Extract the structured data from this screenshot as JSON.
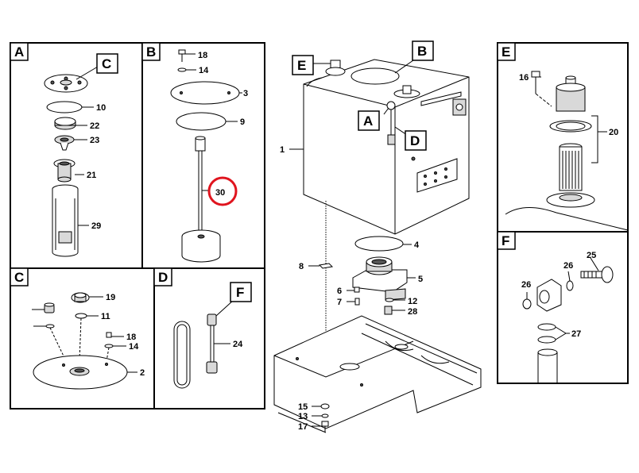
{
  "panels": {
    "A": "A",
    "B": "B",
    "C": "C",
    "D": "D",
    "E": "E",
    "F": "F"
  },
  "callouts": {
    "C": "C",
    "B": "B",
    "F": "F",
    "E": "E",
    "A": "A",
    "D": "D"
  },
  "parts": {
    "p1": "1",
    "p2": "2",
    "p3": "3",
    "p4": "4",
    "p5": "5",
    "p6": "6",
    "p7": "7",
    "p8": "8",
    "p9": "9",
    "p10": "10",
    "p11": "11",
    "p12": "12",
    "p13": "13",
    "p14": "14",
    "p15": "15",
    "p16": "16",
    "p17": "17",
    "p18": "18",
    "p19": "19",
    "p20": "20",
    "p21": "21",
    "p22": "22",
    "p23": "23",
    "p24": "24",
    "p25": "25",
    "p26": "26",
    "p27": "27",
    "p28": "28",
    "p29": "29",
    "p30": "30"
  },
  "highlight": {
    "part": "30",
    "color": "#e0141e"
  }
}
